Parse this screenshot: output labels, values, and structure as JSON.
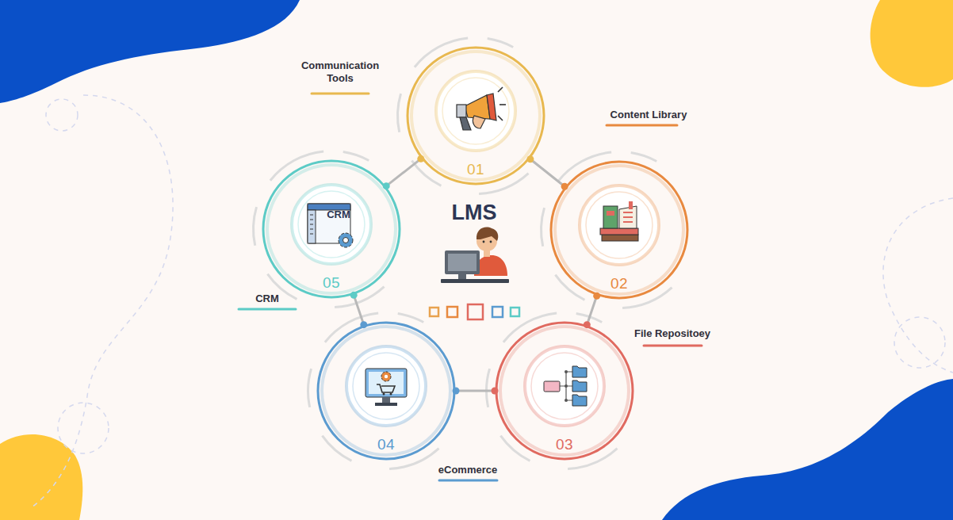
{
  "diagram": {
    "nodes": [
      {
        "text": [
          "Communication Tools",
          "01"
        ]
      },
      {
        "text": [
          "Content Library",
          "02"
        ]
      },
      {
        "text": [
          "File Repositoey",
          "03"
        ]
      },
      {
        "text": [
          "eCommerce",
          "04"
        ]
      },
      {
        "text": [
          "CRM",
          "05"
        ]
      }
    ],
    "edges": [
      {
        "from": 0,
        "to": 1,
        "arrow": "none"
      },
      {
        "from": 1,
        "to": 2,
        "arrow": "none"
      },
      {
        "from": 2,
        "to": 3,
        "arrow": "none"
      },
      {
        "from": 3,
        "to": 4,
        "arrow": "none"
      },
      {
        "from": 4,
        "to": 0,
        "arrow": "none"
      }
    ],
    "labels": [
      "LMS",
      "CRM"
    ]
  }
}
